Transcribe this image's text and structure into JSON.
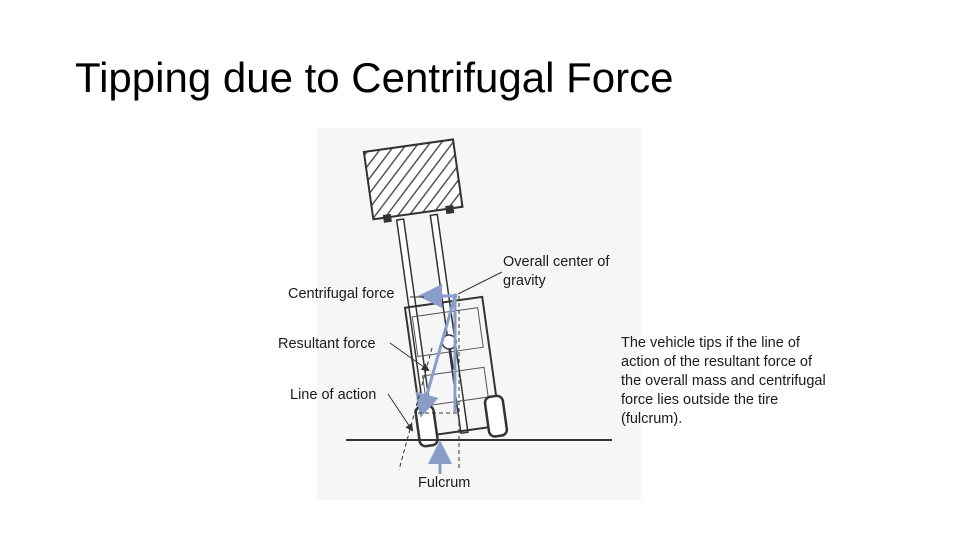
{
  "slide": {
    "title": "Tipping due to Centrifugal Force"
  },
  "diagram": {
    "labels": {
      "center_of_gravity": "Overall center of\ngravity",
      "centrifugal_force": "Centrifugal force",
      "resultant_force": "Resultant force",
      "line_of_action": "Line of action",
      "fulcrum": "Fulcrum"
    },
    "explanation": "The vehicle tips if the line of action of the resultant force of the overall mass and centrifugal force lies outside the tire (fulcrum).",
    "colors": {
      "force_arrows": "#8a9cc8",
      "drawing": "#333333",
      "background_panel": "#f4f4f4"
    }
  }
}
